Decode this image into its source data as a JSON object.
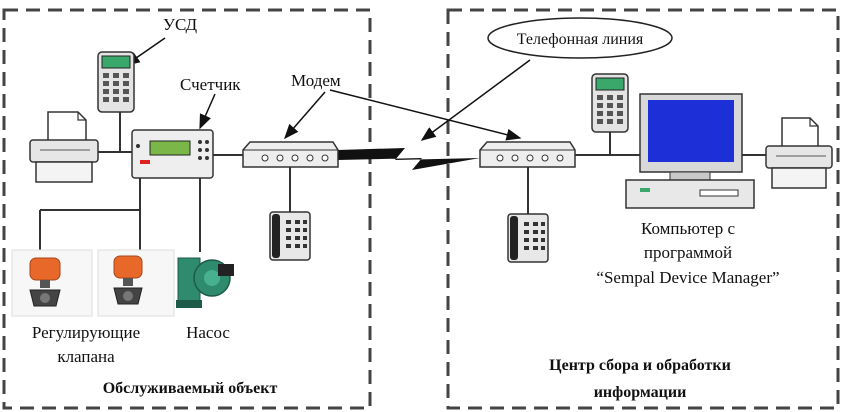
{
  "labels": {
    "usd": "УСД",
    "counter": "Счетчик",
    "modem": "Модем",
    "phone_line": "Телефонная линия",
    "computer_line1": "Компьютер с",
    "computer_line2": "программой",
    "computer_line3": "“Sempal Device Manager”",
    "valves_line1": "Регулирующие",
    "valves_line2": "клапана",
    "pump": "Насос",
    "left_zone": "Обслуживаемый объект",
    "right_zone_line1": "Центр сбора и обработки",
    "right_zone_line2": "информации"
  },
  "icons": {
    "usd_handheld": "handheld-terminal-icon",
    "printer": "printer-icon",
    "counter": "meter-icon",
    "modem": "modem-icon",
    "telephone": "telephone-icon",
    "computer": "desktop-computer-icon",
    "valve": "valve-actuator-icon",
    "pump": "circulation-pump-icon",
    "link": "lightning-link-icon"
  },
  "colors": {
    "lines": "#333333",
    "screen": "#1d2fd6",
    "counter_display": "#7ab648",
    "valve_actuator": "#e8682a",
    "pump_body": "#2e8b6e",
    "handheld_screen": "#3aa86a"
  }
}
